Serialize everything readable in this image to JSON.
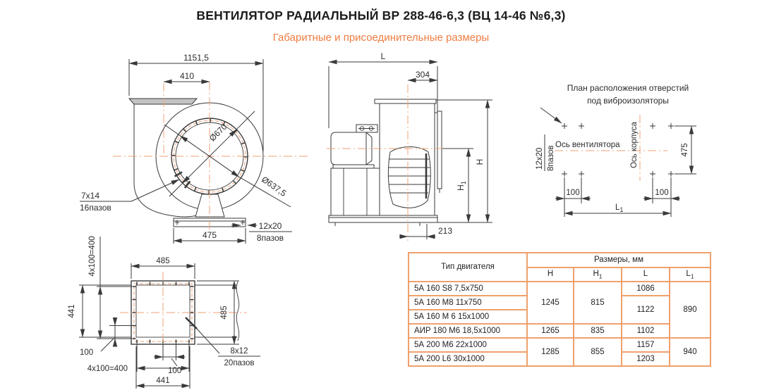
{
  "title": "ВЕНТИЛЯТОР РАДИАЛЬНЫЙ ВР 288-46-6,3 (ВЦ 14-46 №6,3)",
  "subtitle": "Габаритные и присоединительные размеры",
  "colors": {
    "accent_orange": "#ee7d42",
    "table_border_orange": "#f0a06c",
    "centerline_orange": "#f2a175",
    "drawing_line": "#3a3a3a"
  },
  "front_view": {
    "dim_width_total": "1151,5",
    "dim_inlet_offset": "410",
    "dim_inlet_dia": "Ø670",
    "dim_bolt_circle_dia": "Ø637,5",
    "inlet_slots_size": "7x14",
    "inlet_slots_count": "16пазов",
    "dim_base": "475",
    "base_slots_size": "12x20",
    "base_slots_count": "8пазов"
  },
  "side_view": {
    "dim_length": "L",
    "dim_inlet_offset": "304",
    "dim_height": "H",
    "dim_height1_base": "H",
    "dim_height1_sub": "1",
    "dim_axis_offset": "213"
  },
  "hole_plan": {
    "title_line1": "План расположения отверстий",
    "title_line2": "под виброизоляторы",
    "slots_size": "12x20",
    "slots_count": "8пазов",
    "fan_axis_label": "Ось вентилятора",
    "case_axis_label": "Ось корпуса",
    "dim_width": "475",
    "dim_pitch_left": "100",
    "dim_pitch_right": "100",
    "dim_length_base": "L",
    "dim_length_sub": "1"
  },
  "flange_plan": {
    "dim_top": "485",
    "dim_right": "485",
    "dim_left": "441",
    "dim_bottom": "441",
    "dim_row_left": "4x100=400",
    "dim_row_bottom": "4x100=400",
    "dim_pitch_left": "100",
    "dim_pitch_bottom": "100",
    "slots_size": "8x12",
    "slots_count": "20пазов"
  },
  "table": {
    "header": {
      "motor_col": "Тип двигателя",
      "sizes_col": "Размеры, мм",
      "size_cols": [
        {
          "base": "H",
          "sub": ""
        },
        {
          "base": "H",
          "sub": "1"
        },
        {
          "base": "L",
          "sub": ""
        },
        {
          "base": "L",
          "sub": "1"
        }
      ]
    },
    "rows": [
      {
        "motor": "5А 160  S8 7,5x750",
        "h": "1245",
        "h1": "815",
        "l": "1086",
        "l1": "890"
      },
      {
        "motor": "5А 160 М8 11x750",
        "l": "1122"
      },
      {
        "motor": "5А 160 М  6 15x1000"
      },
      {
        "motor": "АИР 180 М6 18,5x1000",
        "h": "1265",
        "h1": "835",
        "l": "1102"
      },
      {
        "motor": "5А 200 М6 22x1000",
        "h": "1285",
        "h1": "855",
        "l": "1157",
        "l1": "940"
      },
      {
        "motor": "5А 200  L6  30x1000",
        "l": "1203"
      }
    ]
  }
}
